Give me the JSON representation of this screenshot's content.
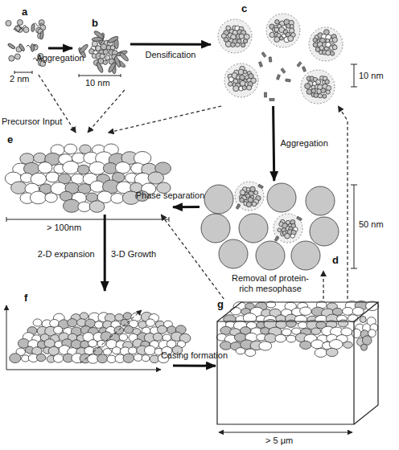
{
  "diagram": {
    "nodes": [
      {
        "text": [
          "a"
        ]
      },
      {
        "text": [
          "b"
        ]
      },
      {
        "text": [
          "c"
        ]
      },
      {
        "text": [
          "d"
        ]
      },
      {
        "text": [
          "e"
        ]
      },
      {
        "text": [
          "f"
        ]
      },
      {
        "text": [
          "g"
        ]
      }
    ],
    "edges": [
      {
        "from": 0,
        "to": 1,
        "label": "Aggregation",
        "arrow": "to"
      },
      {
        "from": 1,
        "to": 2,
        "label": "Densification",
        "arrow": "to"
      },
      {
        "from": 2,
        "to": 3,
        "label": "Aggregation",
        "arrow": "to"
      },
      {
        "from": 3,
        "to": 4,
        "label": "Phase separation",
        "arrow": "to"
      },
      {
        "from": 4,
        "to": 5,
        "label": "2-D expansion",
        "arrow": "to"
      },
      {
        "from": 5,
        "to": 6,
        "label": "Casing formation",
        "arrow": "to"
      },
      {
        "from": 0,
        "to": 4,
        "arrow": "to"
      },
      {
        "from": 1,
        "to": 4,
        "arrow": "to"
      },
      {
        "from": 2,
        "to": 4,
        "arrow": "to"
      },
      {
        "from": 6,
        "to": 3,
        "arrow": "to"
      },
      {
        "from": 6,
        "to": 4,
        "arrow": "to"
      },
      {
        "from": 6,
        "to": 2,
        "arrow": "to"
      }
    ],
    "labels": [
      "2 nm",
      "10 nm",
      "10 nm",
      "50 nm",
      "> 100nm",
      "Precursor Input",
      "3-D Growth",
      "Removal of protein- rich mesophase",
      "> 5 μm"
    ]
  }
}
